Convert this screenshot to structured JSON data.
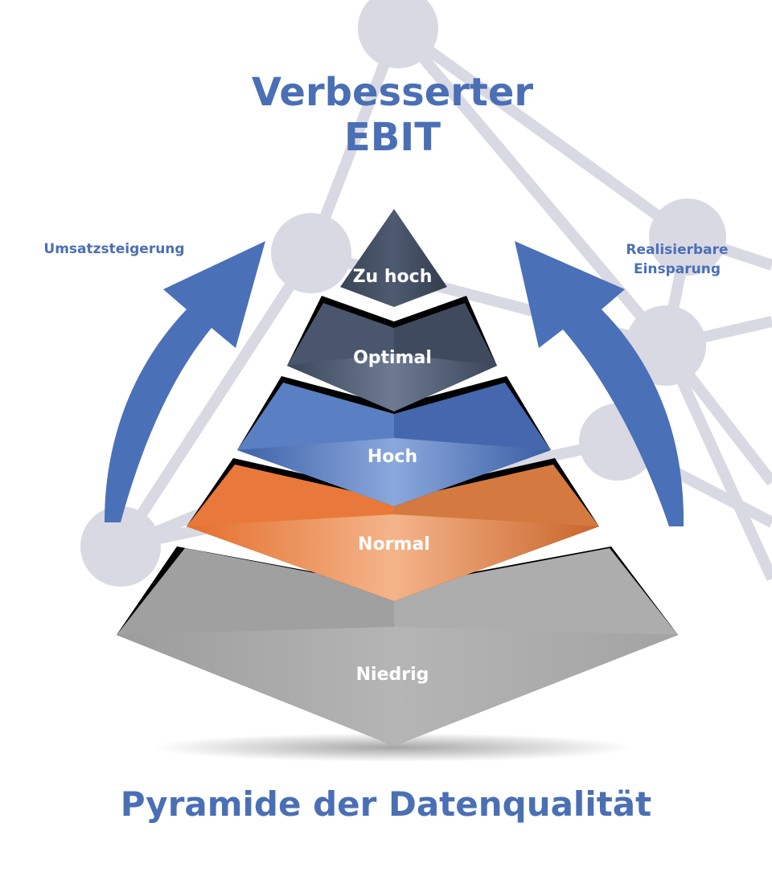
{
  "title": {
    "line1": "Verbesserter",
    "line2": "EBIT"
  },
  "left_arrow": {
    "label": "Umsatzsteigerung"
  },
  "right_arrow": {
    "label_line1": "Realisierbare",
    "label_line2": "Einsparung"
  },
  "tiers": [
    {
      "label": "Zu hoch",
      "color": "#3f4a5e"
    },
    {
      "label": "Optimal",
      "color": "#4b5a73"
    },
    {
      "label": "Hoch",
      "color": "#4d72b8"
    },
    {
      "label": "Normal",
      "color": "#e8783a"
    },
    {
      "label": "Niedrig",
      "color": "#a7a7a7"
    }
  ],
  "footer_title": "Pyramide der Datenqualität",
  "colors": {
    "accent": "#4a6fb5",
    "network": "#d9d9e4",
    "tier_separator": "#000000"
  }
}
